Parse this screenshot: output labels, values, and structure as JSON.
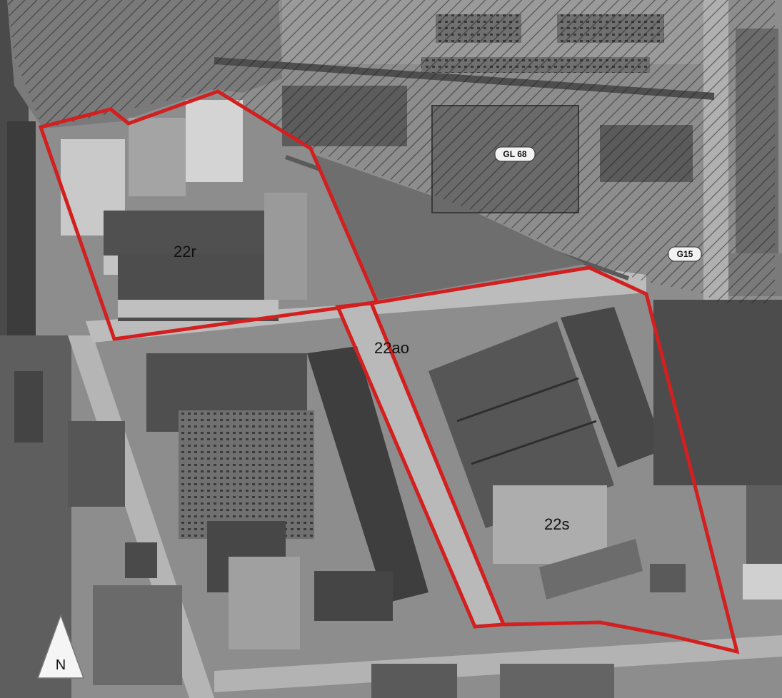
{
  "map": {
    "style": "grayscale aerial orthophoto with hatched planning areas",
    "boundary_color": "#d21f1f",
    "hatch_color": "#1a1a1a",
    "zones": [
      {
        "id": "zone-22r",
        "label": "22r"
      },
      {
        "id": "zone-22ao",
        "label": "22ao"
      },
      {
        "id": "zone-22s",
        "label": "22s"
      }
    ],
    "area_codes": [
      {
        "id": "gl68",
        "label": "GL 68"
      },
      {
        "id": "g15",
        "label": "G15"
      }
    ],
    "north_arrow": {
      "label": "N",
      "icon": "north-arrow-icon"
    }
  }
}
